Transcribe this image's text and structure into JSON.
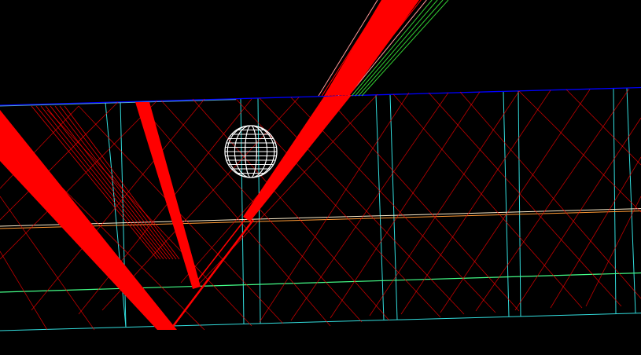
{
  "scene": {
    "background_color": "#000000",
    "colors": {
      "ray": "#ff0000",
      "ray_green": "#33cc33",
      "ray_pink": "#ff9999",
      "top_edge": "#0000ff",
      "top_edge_cyan": "#66ccff",
      "grid_cyan": "#33dddd",
      "grid_green": "#44ff88",
      "grid_orange": "#ff9933",
      "grid_white": "#ffeecc",
      "sphere": "#ffffff"
    },
    "objects": [
      {
        "name": "light-guide-box",
        "kind": "wireframe-box"
      },
      {
        "name": "incoming-ray-bundle",
        "kind": "ray-bundle"
      },
      {
        "name": "wireframe-sphere",
        "kind": "sphere"
      }
    ]
  }
}
